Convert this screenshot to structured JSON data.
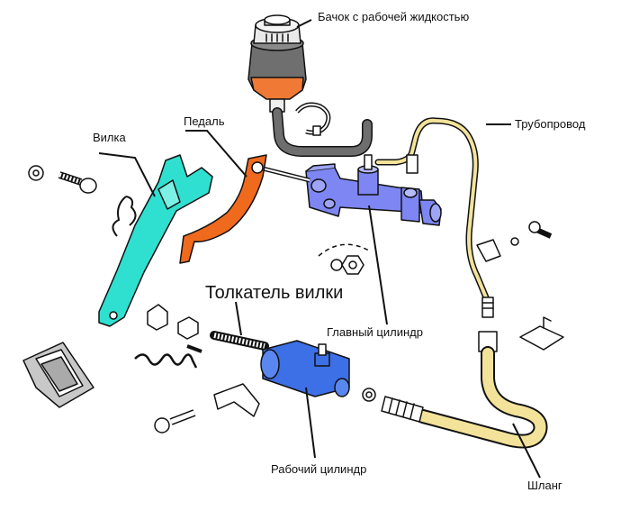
{
  "labels": {
    "reservoir": "Бачок с рабочей жидкостью",
    "pedal": "Педаль",
    "fork": "Вилка",
    "pipeline": "Трубопровод",
    "fork_pushrod": "Толкатель вилки",
    "master_cylinder": "Главный цилиндр",
    "slave_cylinder": "Рабочий цилиндр",
    "hose": "Шланг"
  },
  "colors": {
    "fork": "#2fe0d0",
    "pedal": "#f06a1e",
    "master_cylinder": "#7d86f2",
    "slave_cylinder": "#3d6fe6",
    "pipeline": "#f3e39a",
    "hose": "#f3e39a",
    "reservoir_body": "#6f6f6f",
    "reservoir_bottom": "#f07a35",
    "outline": "#111111"
  }
}
